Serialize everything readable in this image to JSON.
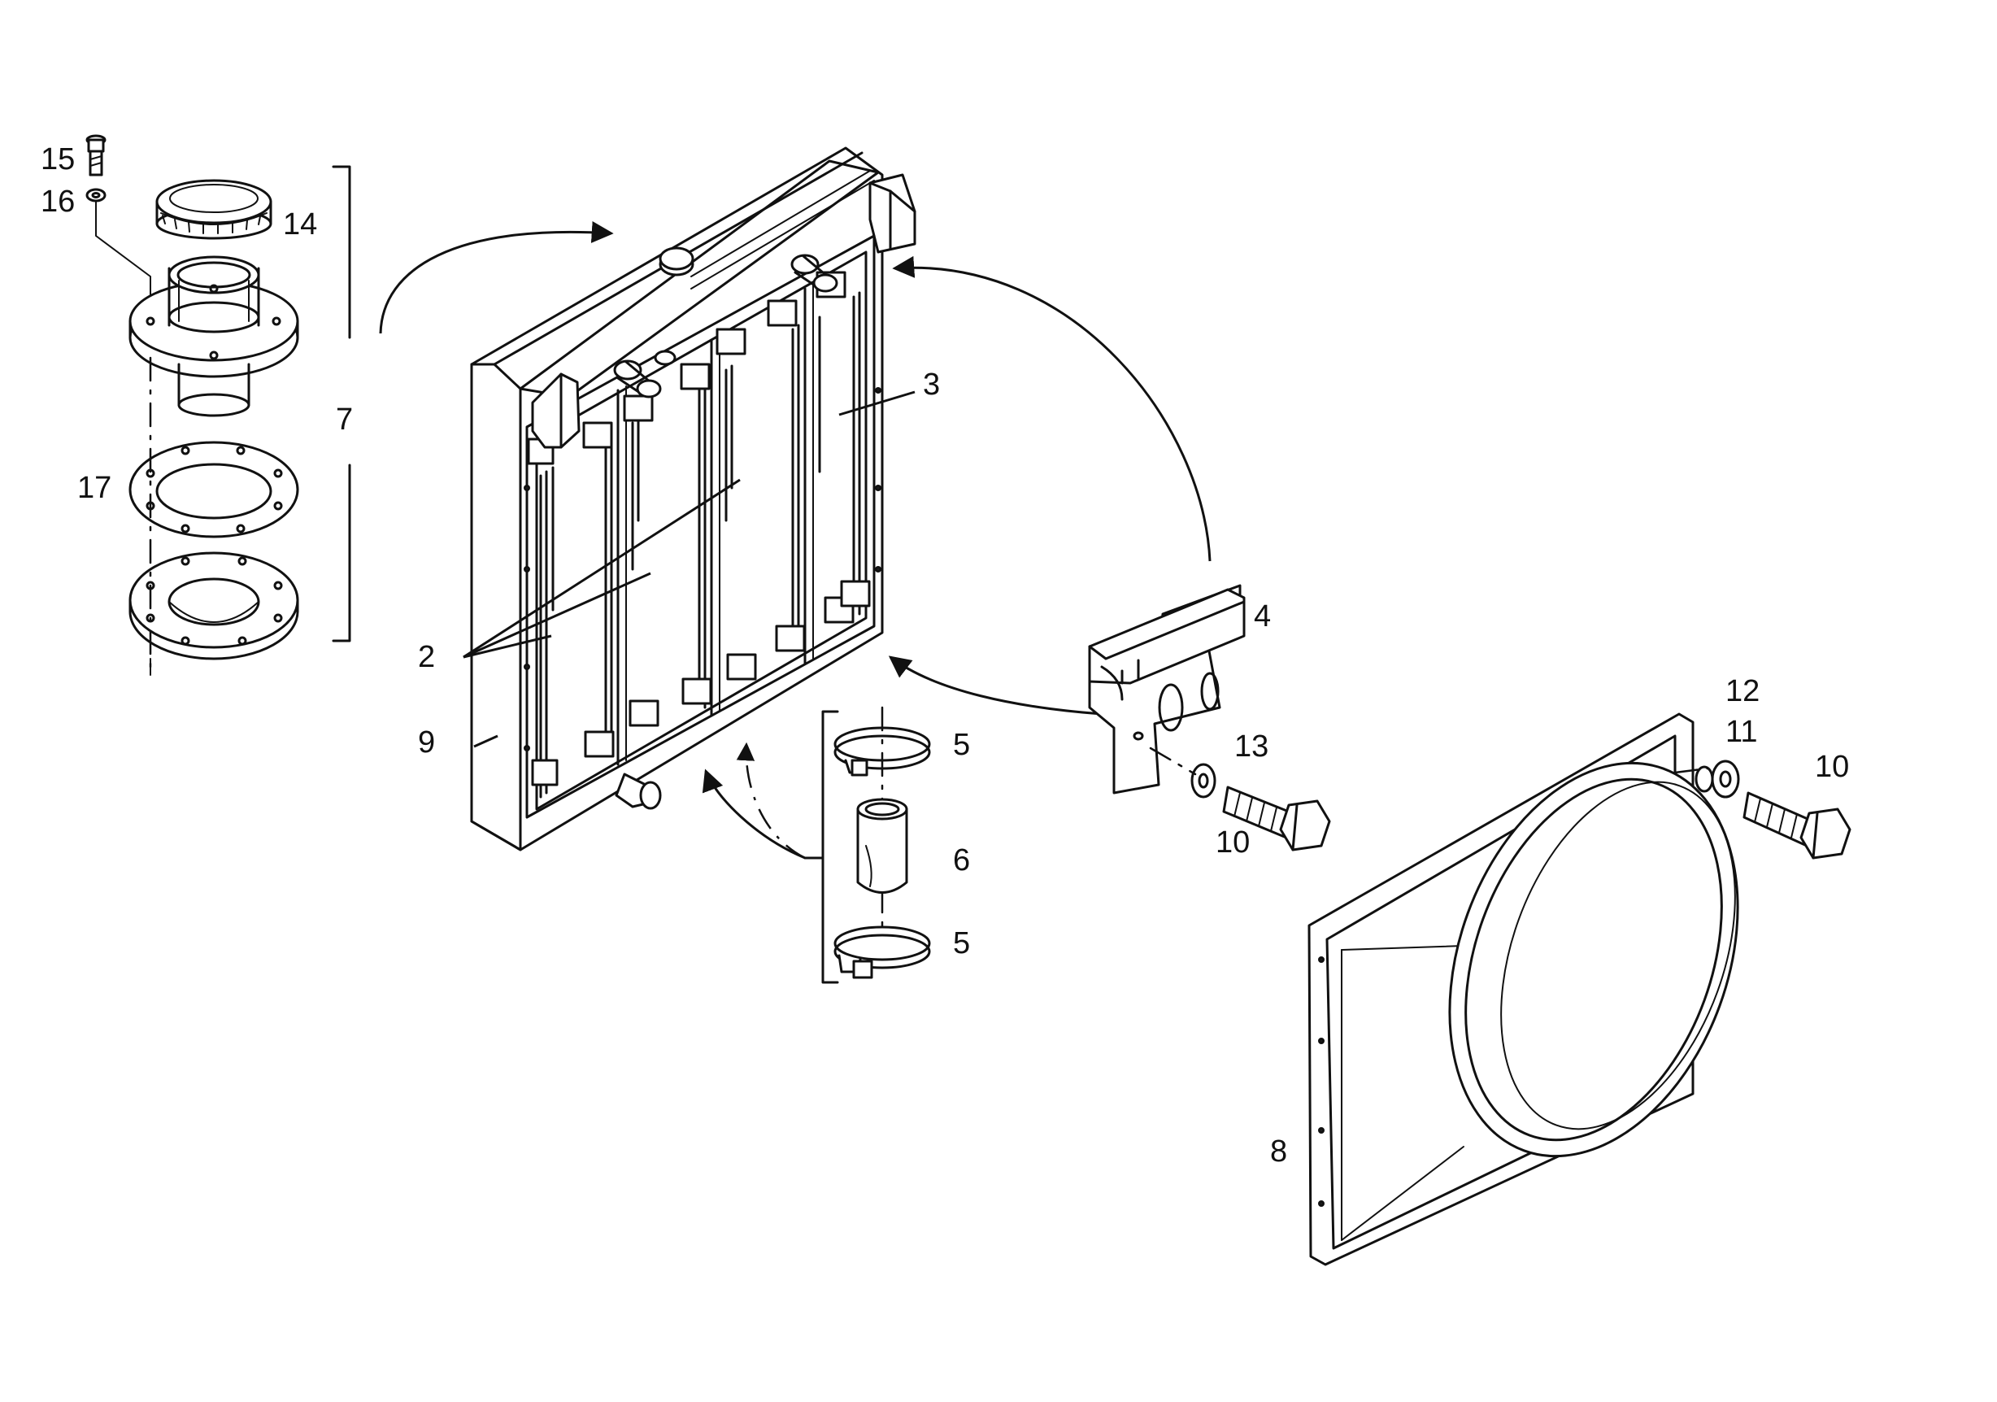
{
  "callouts": {
    "c15": "15",
    "c16": "16",
    "c14": "14",
    "c7": "7",
    "c17": "17",
    "c3": "3",
    "c2": "2",
    "c9": "9",
    "c4": "4",
    "c5a": "5",
    "c6": "6",
    "c5b": "5",
    "c13": "13",
    "c10a": "10",
    "c12": "12",
    "c11": "11",
    "c10b": "10",
    "c8": "8"
  }
}
